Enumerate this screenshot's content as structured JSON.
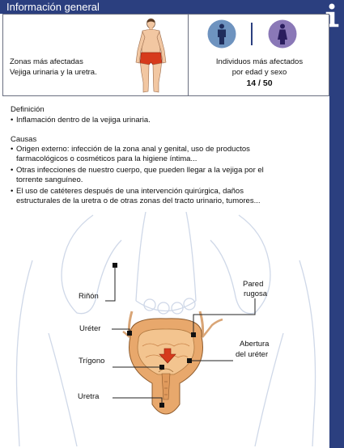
{
  "header": {
    "title": "Información general"
  },
  "panel": {
    "zonas_line1": "Zonas más afectadas",
    "zonas_line2": "Vejiga urinaria y la uretra.",
    "individuos_line1": "Individuos más afectados",
    "individuos_line2": "por edad y sexo",
    "individuos_stat": "14 / 50"
  },
  "definicion": {
    "heading": "Definición",
    "bullet": "•",
    "text": "Inflamación dentro de la vejiga urinaria."
  },
  "causas": {
    "heading": "Causas",
    "bullet": "•",
    "items": [
      {
        "lines": [
          "Origen externo: infección de la zona anal y genital, uso de productos",
          "farmacológicos o cosméticos para la higiene íntima..."
        ]
      },
      {
        "lines": [
          "Otras infecciones de nuestro cuerpo, que pueden llegar a la vejiga por el",
          "torrente sanguíneo."
        ]
      },
      {
        "lines": [
          "El uso de catéteres después de una intervención quirúrgica, daños",
          "estructurales de la uretra o de otras zonas del tracto urinario, tumores..."
        ]
      }
    ]
  },
  "diagram": {
    "labels": {
      "rinon": "Riñón",
      "ureter": "Uréter",
      "trigono": "Trígono",
      "uretra": "Uretra",
      "pared_l1": "Pared",
      "pared_l2": "rugosa",
      "abertura_l1": "Abertura",
      "abertura_l2": "del uréter"
    }
  },
  "colors": {
    "navy": "#2b3f7f",
    "accent_red": "#d63a1c",
    "bladder": "#e8a86c",
    "bladder_inner": "#f3c48f",
    "skin": "#f2c7a2",
    "icon_blue": "#6e93bf",
    "icon_purple": "#8a78b7"
  }
}
